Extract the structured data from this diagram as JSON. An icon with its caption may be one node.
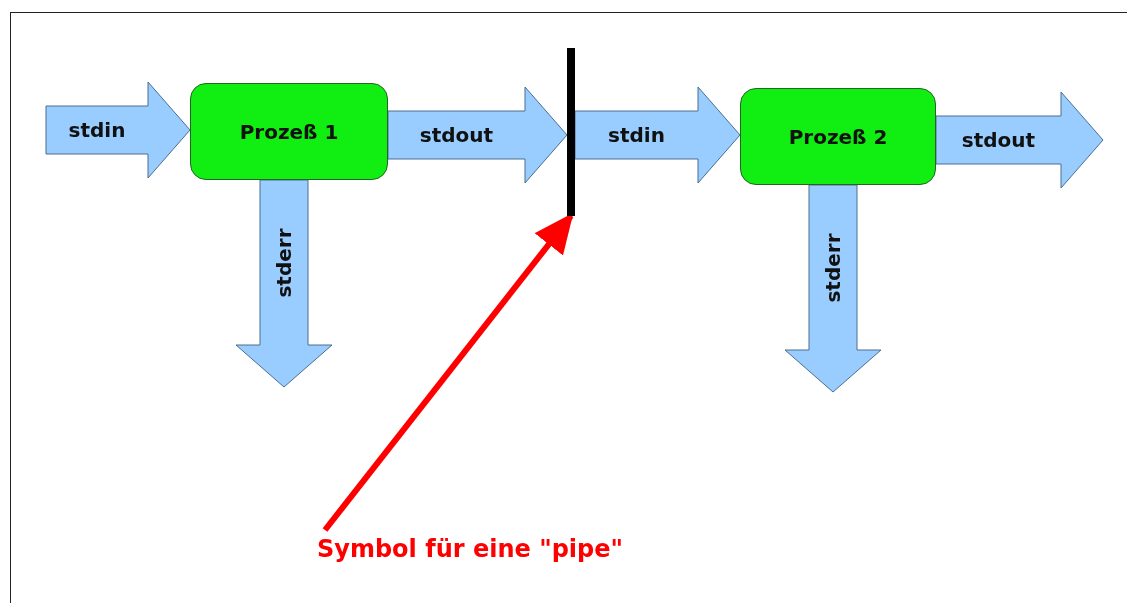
{
  "diagram": {
    "nodes": [
      {
        "text": [
          "Prozeß 1"
        ]
      },
      {
        "text": [],
        "shape": "bar"
      },
      {
        "text": [
          "Prozeß 2"
        ]
      },
      {
        "text": [
          "Symbol für eine \"pipe\""
        ]
      }
    ],
    "edges": [
      {
        "from": null,
        "to": 0,
        "arrow": "to",
        "label": "stdin",
        "style": "thick"
      },
      {
        "from": 0,
        "to": 1,
        "arrow": "to",
        "label": "stdout",
        "style": "thick"
      },
      {
        "from": 1,
        "to": 2,
        "arrow": "to",
        "label": "stdin",
        "style": "thick"
      },
      {
        "from": 2,
        "to": null,
        "arrow": "to",
        "label": "stdout",
        "style": "thick"
      },
      {
        "from": 0,
        "to": null,
        "arrow": "to",
        "label": "stderr",
        "style": "thick"
      },
      {
        "from": 2,
        "to": null,
        "arrow": "to",
        "label": "stderr",
        "style": "thick"
      },
      {
        "from": 3,
        "to": 1,
        "arrow": "to",
        "color": "#ff0000"
      }
    ]
  }
}
